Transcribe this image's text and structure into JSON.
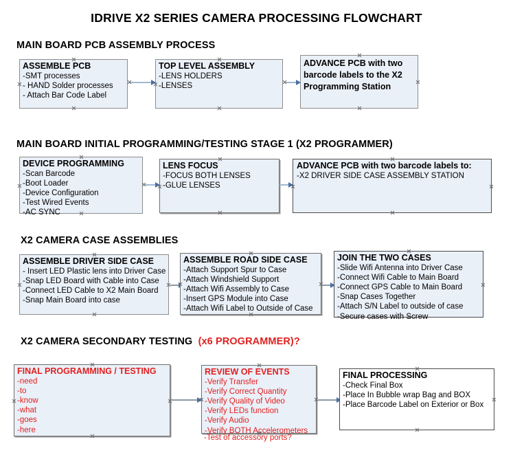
{
  "title": "IDRIVE X2  SERIES CAMERA PROCESSING FLOWCHART",
  "colors": {
    "box_fill": "#eaf0f8",
    "box_border": "#8c8c8c",
    "accent_red": "#e02020",
    "connector": "#9fb8cf",
    "arrow_head": "#4a6fa5",
    "text": "#000000"
  },
  "sections": [
    {
      "heading": "MAIN BOARD PCB ASSEMBLY PROCESS",
      "heading_accent": "",
      "boxes": [
        {
          "title": "ASSEMBLE PCB",
          "lines": [
            "-SMT processes",
            "- HAND Solder processes",
            "- Attach Bar Code Label"
          ]
        },
        {
          "title": "TOP LEVEL ASSEMBLY",
          "lines": [
            "-LENS HOLDERS",
            "-LENSES"
          ]
        },
        {
          "title": "ADVANCE PCB with two barcode labels to the  X2 Programming Station",
          "lines": []
        }
      ]
    },
    {
      "heading": "MAIN BOARD INITIAL PROGRAMMING/TESTING STAGE 1 (X2 PROGRAMMER)",
      "heading_accent": "",
      "boxes": [
        {
          "title": "DEVICE PROGRAMMING",
          "lines": [
            "-Scan Barcode",
            "-Boot Loader",
            "-Device Configuration",
            "-Test Wired Events",
            "-AC SYNC"
          ]
        },
        {
          "title": "LENS FOCUS",
          "lines": [
            "-FOCUS BOTH LENSES",
            "-GLUE LENSES"
          ]
        },
        {
          "title": "ADVANCE PCB with two barcode labels to:",
          "lines": [
            "-X2 DRIVER  SIDE  CASE  ASSEMBLY STATION"
          ]
        }
      ]
    },
    {
      "heading": "X2 CAMERA CASE ASSEMBLIES",
      "heading_accent": "",
      "boxes": [
        {
          "title": "ASSEMBLE DRIVER SIDE CASE",
          "lines": [
            "- Insert LED Plastic lens into Driver Case",
            "-Snap LED Board with Cable into Case",
            "-Connect LED Cable to X2 Main Board",
            "-Snap Main Board into case"
          ]
        },
        {
          "title": "ASSEMBLE ROAD SIDE CASE",
          "lines": [
            "-Attach Support Spur to Case",
            "-Attach Windshield Support",
            "-Attach Wifi Assembly to Case",
            "-Insert GPS Module into Case",
            "-Attach Wifi Label to Outside of Case"
          ]
        },
        {
          "title": "JOIN THE TWO CASES",
          "lines": [
            "-Slide Wifi Antenna into Driver Case",
            "-Connect Wifi Cable to Main Board",
            "-Connect GPS Cable to Main Board",
            "-Snap Cases Together",
            "-Attach S/N Label to outside of case",
            "-Secure cases with Screw"
          ]
        }
      ]
    },
    {
      "heading": "X2 CAMERA SECONDARY TESTING",
      "heading_accent": "(x6 PROGRAMMER)?",
      "boxes": [
        {
          "title": "FINAL PROGRAMMING / TESTING",
          "lines": [
            "-need",
            "-to",
            "-know",
            "-what",
            "-goes",
            "-here"
          ]
        },
        {
          "title": "REVIEW OF EVENTS",
          "lines": [
            "-Verify Transfer",
            "-Verify Correct Quantity",
            "-Verify Quality of Video",
            "-Verify LEDs function",
            "-Verify Audio",
            "-Verify BOTH Accelerometers"
          ],
          "overflow": "-Test of accessory ports?"
        },
        {
          "title": "FINAL PROCESSING",
          "lines": [
            " -Check Final Box",
            "-Place In Bubble wrap Bag and BOX",
            "-Place Barcode Label on Exterior or Box"
          ]
        }
      ]
    }
  ]
}
